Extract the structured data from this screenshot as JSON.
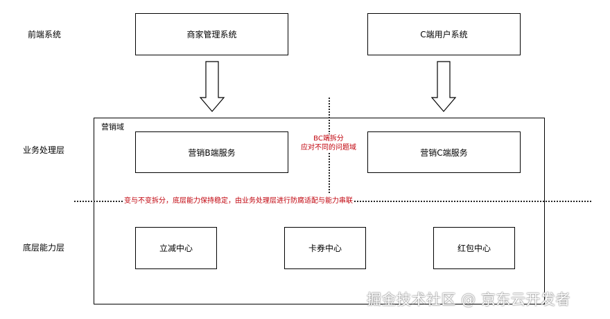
{
  "layers": {
    "frontend": "前端系统",
    "business": "业务处理层",
    "base": "底层能力层"
  },
  "frontend_systems": {
    "merchant": "商家管理系统",
    "c_user": "C端用户系统"
  },
  "marketing_domain": {
    "title": "营销域",
    "b_service": "营销B端服务",
    "c_service": "营销C端服务"
  },
  "notes": {
    "bc_split_line1": "BC端拆分",
    "bc_split_line2": "应对不同的问题域",
    "layer_split": "变与不变拆分，底层能力保持稳定，由业务处理层进行防腐适配与能力串联"
  },
  "capabilities": {
    "discount": "立减中心",
    "coupon": "卡券中心",
    "red_packet": "红包中心"
  },
  "watermark": "掘金技术社区 @ 京东云开发者",
  "colors": {
    "note_red": "#c0000a",
    "border": "#000000"
  }
}
